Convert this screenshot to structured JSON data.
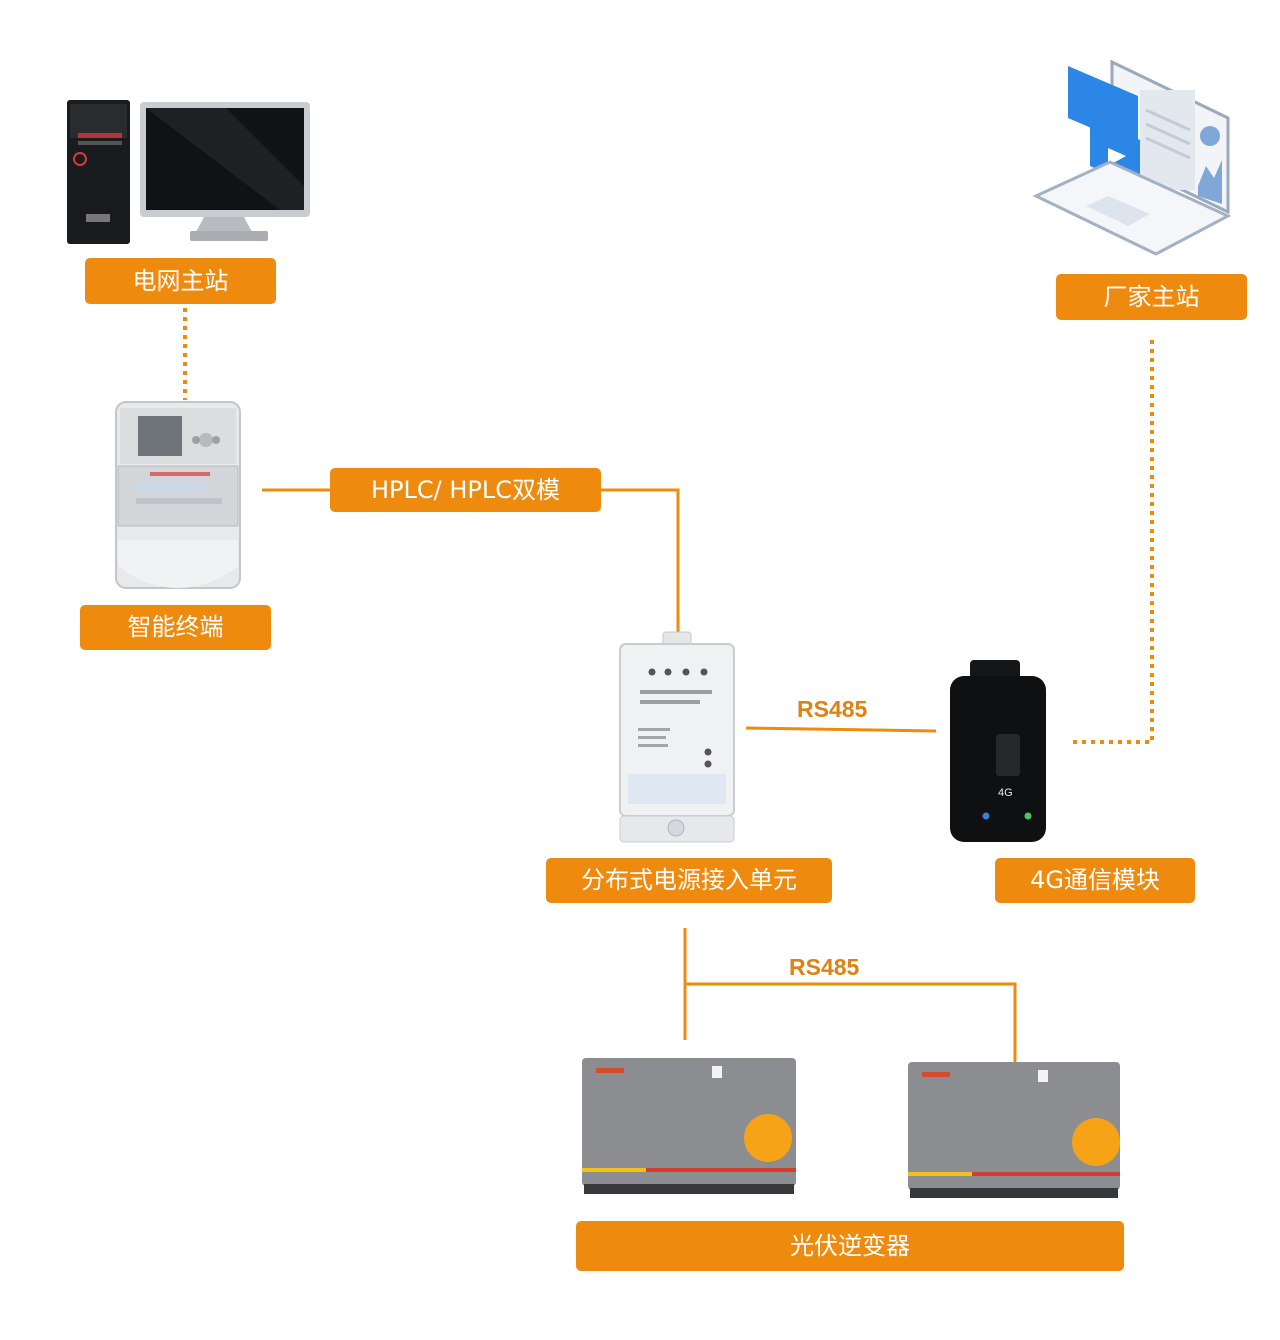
{
  "colors": {
    "accent": "#ee8a0e",
    "line": "#ee8a0e",
    "label_text": "#ffffff",
    "device_gray": "#8a8c8f",
    "device_dark": "#1b1c1f",
    "screen_blue": "#1f7fe0"
  },
  "nodes": {
    "grid_master": {
      "label": "电网主站",
      "icon": "desktop-computer-icon"
    },
    "vendor_master": {
      "label": "厂家主站",
      "icon": "laptop-dashboard-icon"
    },
    "smart_terminal": {
      "label": "智能终端",
      "icon": "smart-meter-icon"
    },
    "access_unit": {
      "label": "分布式电源接入单元",
      "icon": "access-unit-icon"
    },
    "comm_module": {
      "label": "4G通信模块",
      "icon": "4g-module-icon",
      "badge": "4G"
    },
    "inverters": {
      "label": "光伏逆变器",
      "icon": "pv-inverter-icon",
      "count": 2
    }
  },
  "links": {
    "hplc": {
      "label": "HPLC/ HPLC双模"
    },
    "rs485_module": {
      "label": "RS485"
    },
    "rs485_inverters": {
      "label": "RS485"
    }
  }
}
